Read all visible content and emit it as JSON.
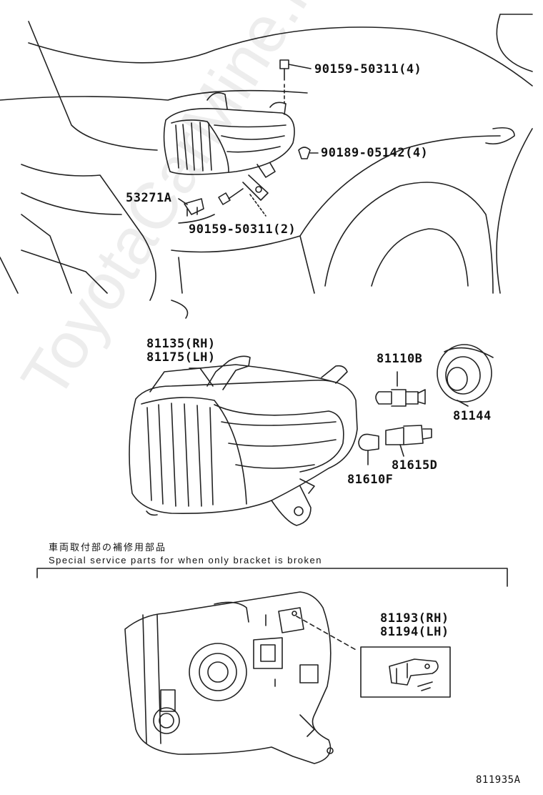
{
  "top_assembly": {
    "callouts": {
      "bolt_upper": "90159-50311(4)",
      "clip": "90189-05142(4)",
      "bracket_part": "53271A",
      "bolt_lower": "90159-50311(2)"
    }
  },
  "lamp_assembly": {
    "part_rh": "81135(RH)",
    "part_lh": "81175(LH)",
    "bulb_main": "81110B",
    "socket_cover": "81144",
    "socket": "81615D",
    "bulb_small": "81610F"
  },
  "service_parts": {
    "note_jp": "車両取付部の補修用部品",
    "note_en": "Special service parts for when only bracket is broken",
    "bracket_rh": "81193(RH)",
    "bracket_lh": "81194(LH)"
  },
  "watermark": "ToyotaCarMine.ru",
  "diagram_id": "811935A",
  "colors": {
    "line": "#222222",
    "watermark": "#e9e9e9"
  }
}
